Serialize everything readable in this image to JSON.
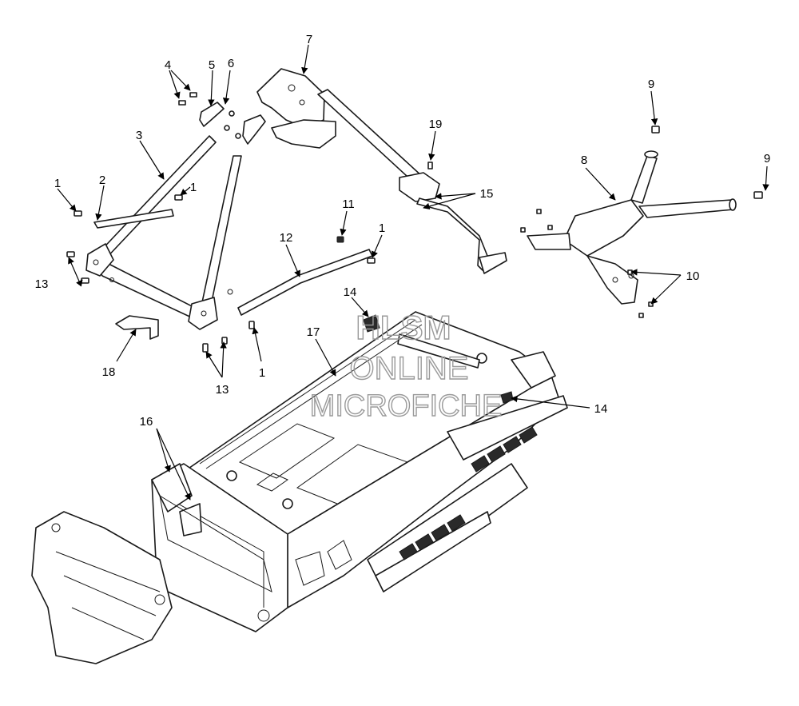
{
  "diagram": {
    "callouts": [
      "1",
      "2",
      "3",
      "4",
      "5",
      "6",
      "7",
      "8",
      "9",
      "10",
      "11",
      "12",
      "13",
      "14",
      "15",
      "16",
      "17",
      "18",
      "19"
    ],
    "watermark": {
      "line1": "HLSM",
      "line2": "ONLINE",
      "line3": "MICROFICHE"
    }
  }
}
